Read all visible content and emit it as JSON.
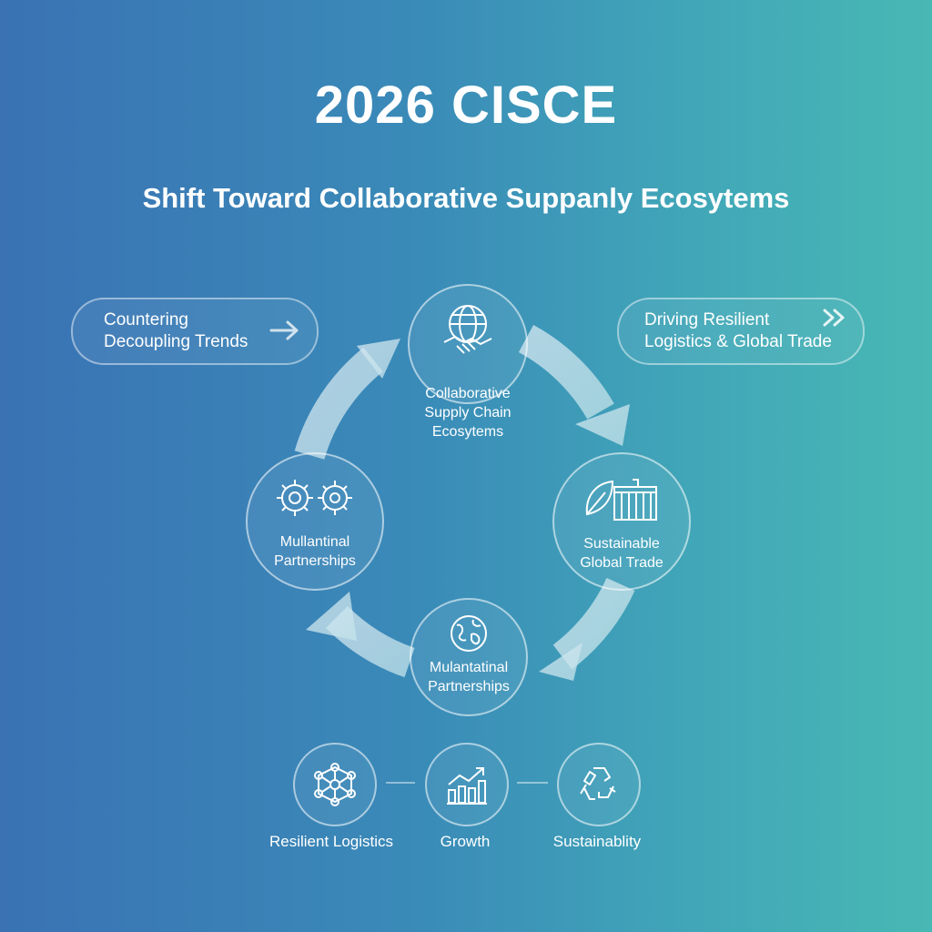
{
  "header": {
    "title": "2026 CISCE",
    "subtitle": "Shift Toward Collaborative Suppanly Ecosytems"
  },
  "pills": {
    "left": {
      "line1": "Countering",
      "line2": "Decoupling Trends",
      "icon": "arrow-right-icon"
    },
    "right": {
      "line1": "Driving Resilient",
      "line2": "Logistics & Global Trade",
      "icon": "double-chevron-right-icon"
    }
  },
  "cycle": {
    "top": {
      "line1": "Collaborative",
      "line2": "Supply Chain",
      "line3": "Ecosytems",
      "icon": "globe-handshake-icon"
    },
    "right": {
      "line1": "Sustainable",
      "line2": "Global Trade",
      "icon": "leaf-container-icon"
    },
    "bottom": {
      "line1": "Mulantatinal",
      "line2": "Partnerships",
      "icon": "globe-icon"
    },
    "left": {
      "line1": "Mullantinal",
      "line2": "Partnerships",
      "icon": "gears-icon"
    }
  },
  "bottom_row": [
    {
      "label": "Resilient Logistics",
      "icon": "network-icon"
    },
    {
      "label": "Growth",
      "icon": "growth-chart-icon"
    },
    {
      "label": "Sustainablity",
      "icon": "recycle-icon"
    }
  ],
  "colors": {
    "gradient_start": "#3a72b4",
    "gradient_end": "#48b8b4",
    "arrow_fill": "#b9d6e6"
  }
}
